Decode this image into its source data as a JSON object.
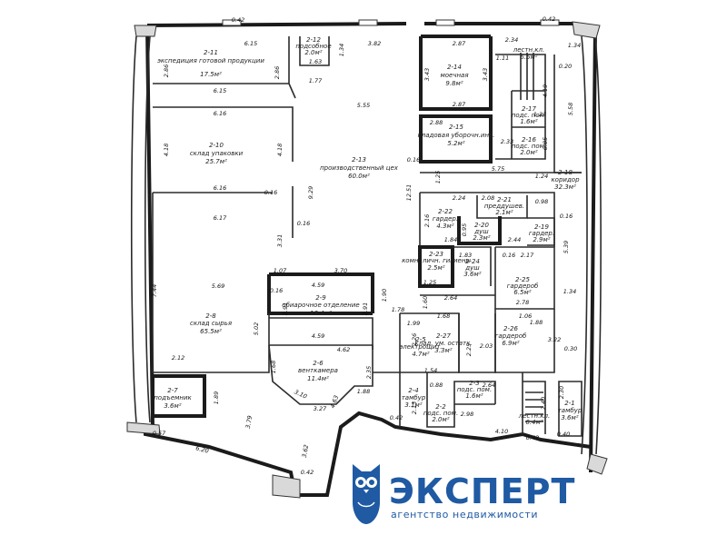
{
  "rooms": [
    {
      "id": "2-11",
      "name": "экспедиция готовой продукции",
      "area": "17.5м²"
    },
    {
      "id": "2-12",
      "name": "подсобное",
      "area": "2.0м²"
    },
    {
      "id": "2-13",
      "name": "производственный цех",
      "area": "60.0м²"
    },
    {
      "id": "2-14",
      "name": "моечная",
      "area": "9.8м²"
    },
    {
      "id": "2-15",
      "name": "кладовая уборочн.инв.",
      "area": "5.2м²"
    },
    {
      "id": "2-16",
      "name": "лестн.кл.",
      "area": "6.5м²"
    },
    {
      "id": "2-17",
      "name": "подс. пом.",
      "area": "1.6м²"
    },
    {
      "id": "2-16",
      "name": "подс. пом.",
      "area": "2.0м²"
    },
    {
      "id": "2-18",
      "name": "коридор",
      "area": "32.3м²"
    },
    {
      "id": "2-10",
      "name": "склад упаковки",
      "area": "25.7м²"
    },
    {
      "id": "2-21",
      "name": "преддушев.",
      "area": "2.1м²"
    },
    {
      "id": "2-22",
      "name": "гардер.",
      "area": "4.3м²"
    },
    {
      "id": "2-20",
      "name": "душ",
      "area": "2.3м²"
    },
    {
      "id": "2-19",
      "name": "гардер.",
      "area": "2.9м²"
    },
    {
      "id": "2-23",
      "name": "комн. личн. гигиены",
      "area": "2.5м²"
    },
    {
      "id": "2-24",
      "name": "душ",
      "area": "3.6м²"
    },
    {
      "id": "2-25",
      "name": "гардероб",
      "area": "6.5м²"
    },
    {
      "id": "2-9",
      "name": "обиарочное отделение",
      "area": "13.4м²"
    },
    {
      "id": "2-8",
      "name": "склад сырья",
      "area": "65.5м²"
    },
    {
      "id": "2-5",
      "name": "электрощит.",
      "area": "4.7м²"
    },
    {
      "id": "2-27",
      "name": "клад. ум. остатк.",
      "area": "3.3м²"
    },
    {
      "id": "2-26",
      "name": "гардероб",
      "area": "6.9м²"
    },
    {
      "id": "2-6",
      "name": "венткамера",
      "area": "11.4м²"
    },
    {
      "id": "2-7",
      "name": "подъемник",
      "area": "3.6м²"
    },
    {
      "id": "2-4",
      "name": "тамбур",
      "area": "3.1м²"
    },
    {
      "id": "2-3",
      "name": "подс. пом.",
      "area": "1.6м²"
    },
    {
      "id": "2-2",
      "name": "подс. пом.",
      "area": "2.0м²"
    },
    {
      "id": "",
      "name": "лестн.кл.",
      "area": "6.4м²"
    },
    {
      "id": "2-1",
      "name": "тамбур",
      "area": "3.6м²"
    }
  ],
  "dimensions": [
    "0.42",
    "0.42",
    "6.15",
    "2.86",
    "2.86",
    "1.34",
    "1.77",
    "1.63",
    "3.82",
    "2.87",
    "2.34",
    "1.34",
    "6.15",
    "5.55",
    "3.43",
    "3.43",
    "2.87",
    "1.11",
    "0.20",
    "5.58",
    "6.16",
    "2.88",
    "1.23",
    "4.19",
    "4.18",
    "4.18",
    "2.33",
    "0.85",
    "5.75",
    "0.16",
    "1.25",
    "1.24",
    "6.16",
    "0.16",
    "9.29",
    "12.51",
    "2.24",
    "2.08",
    "0.98",
    "6.17",
    "0.16",
    "2.16",
    "1.84",
    "2.44",
    "0.16",
    "3.31",
    "0.95",
    "0.16",
    "1.83",
    "2.17",
    "5.39",
    "1.07",
    "3.70",
    "4.59",
    "1.25",
    "2.64",
    "2.78",
    "1.34",
    "0.16",
    "2.91",
    "2.91",
    "1.90",
    "1.06",
    "1.88",
    "7.44",
    "5.69",
    "5.02",
    "4.59",
    "1.78",
    "1.60",
    "1.68",
    "1.99",
    "4.62",
    "1.68",
    "2.35",
    "2.25",
    "2.26",
    "2.03",
    "3.22",
    "0.30",
    "2.12",
    "1.89",
    "1.54",
    "0.88",
    "2.64",
    "3.10",
    "3.27",
    "4.63",
    "1.88",
    "2.13",
    "2.98",
    "2.40",
    "2.30",
    "0.57",
    "3.79",
    "0.42",
    "4.10",
    "0.42",
    "6.20",
    "3.62",
    "0.42",
    "0.40"
  ],
  "brand": {
    "name": "ЭКСПЕРТ",
    "tagline": "агентство недвижимости",
    "color": "#1f5aa3",
    "logo_icon": "owl-icon"
  }
}
